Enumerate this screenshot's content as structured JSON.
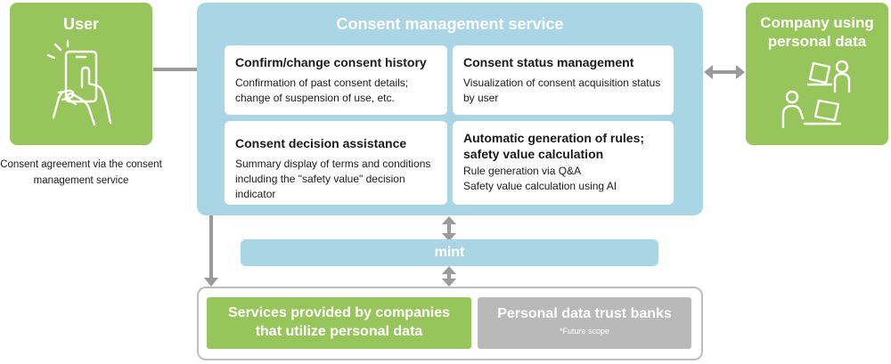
{
  "user": {
    "title": "User",
    "caption": "Consent agreement via the consent management service"
  },
  "consent_service": {
    "title": "Consent management service",
    "cards": [
      {
        "title": "Confirm/change consent history",
        "body": "Confirmation of past consent details; change of suspension of use, etc."
      },
      {
        "title": "Consent status management",
        "body": "Visualization of consent acquisition status by user"
      },
      {
        "title": "Consent decision assistance",
        "body": "Summary display of terms and conditions including the \"safety value\" decision indicator"
      },
      {
        "title": "Automatic generation of rules; safety value calculation",
        "body_lines": [
          "Rule generation via Q&A",
          "Safety value calculation using AI"
        ]
      }
    ]
  },
  "company": {
    "title_lines": [
      "Company using",
      "personal data"
    ]
  },
  "mint": {
    "label": "mint"
  },
  "bottom": {
    "services_lines": [
      "Services provided by companies",
      "that utilize personal data"
    ],
    "trust_bank_title": "Personal data trust banks",
    "trust_bank_note": "*Future scope"
  },
  "colors": {
    "green": "#97c55c",
    "light_blue": "#a9d5e4",
    "gray": "#b9b9b9",
    "arrow_gray": "#9a9a9a"
  },
  "icons": {
    "user": "hand-touch-phone-icon",
    "company": "people-at-computers-icon"
  }
}
